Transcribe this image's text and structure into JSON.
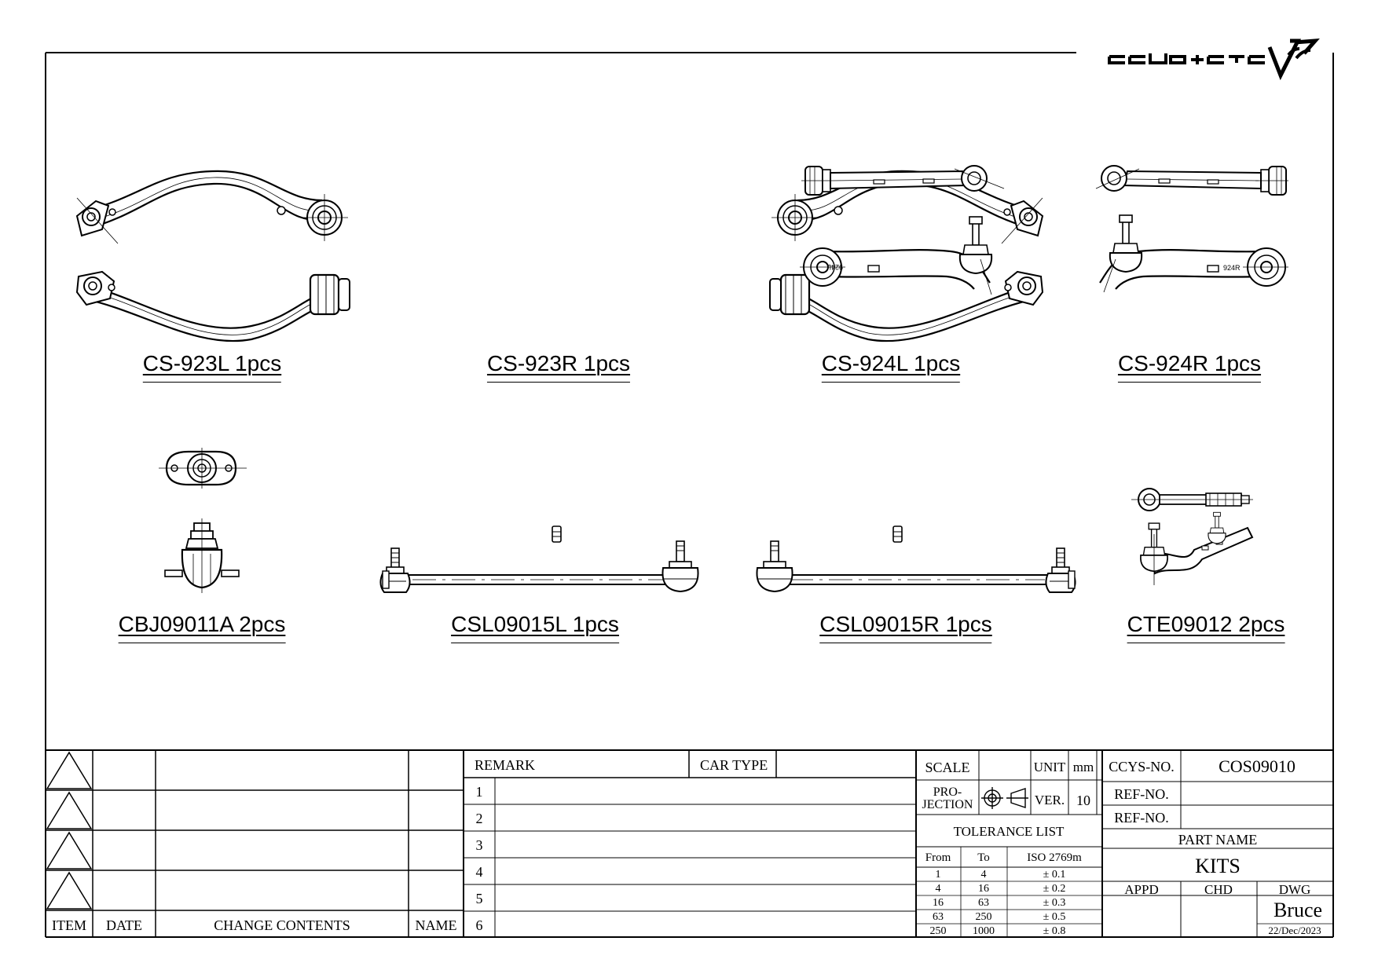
{
  "brand": {
    "logo_text": "CCYS+CTC"
  },
  "parts": [
    {
      "id": "CS-923L",
      "label": "CS-923L 1pcs"
    },
    {
      "id": "CS-923R",
      "label": "CS-923R 1pcs"
    },
    {
      "id": "CS-924L",
      "label": "CS-924L 1pcs"
    },
    {
      "id": "CS-924R",
      "label": "CS-924R 1pcs"
    },
    {
      "id": "CBJ09011A",
      "label": "CBJ09011A 2pcs"
    },
    {
      "id": "CSL09015L",
      "label": "CSL09015L 1pcs"
    },
    {
      "id": "CSL09015R",
      "label": "CSL09015R 1pcs"
    },
    {
      "id": "CTE09012",
      "label": "CTE09012 2pcs"
    }
  ],
  "part_stamps": {
    "cs924l": "924L",
    "cs924r": "924R"
  },
  "revision_table": {
    "headers": {
      "item": "ITEM",
      "date": "DATE",
      "change": "CHANGE CONTENTS",
      "name": "NAME"
    }
  },
  "remark_table": {
    "remark_label": "REMARK",
    "car_type_label": "CAR TYPE",
    "car_type_value": "",
    "rows": [
      "1",
      "2",
      "3",
      "4",
      "5",
      "6"
    ]
  },
  "title_block": {
    "scale_label": "SCALE",
    "scale_value": "",
    "unit_label": "UNIT",
    "unit_value": "mm",
    "projection_label_1": "PRO-",
    "projection_label_2": "JECTION",
    "ver_label": "VER.",
    "ver_value": "10",
    "tolerance_title": "TOLERANCE LIST",
    "tolerance_headers": {
      "from": "From",
      "to": "To",
      "std": "ISO 2769m"
    },
    "tolerance_rows": [
      {
        "from": "1",
        "to": "4",
        "tol": "± 0.1"
      },
      {
        "from": "4",
        "to": "16",
        "tol": "± 0.2"
      },
      {
        "from": "16",
        "to": "63",
        "tol": "± 0.3"
      },
      {
        "from": "63",
        "to": "250",
        "tol": "± 0.5"
      },
      {
        "from": "250",
        "to": "1000",
        "tol": "± 0.8"
      }
    ],
    "ccys_no_label": "CCYS-NO.",
    "ccys_no_value": "COS09010",
    "ref_no_label_1": "REF-NO.",
    "ref_no_label_2": "REF-NO.",
    "part_name_label": "PART NAME",
    "part_name_value": "KITS",
    "appd_label": "APPD",
    "chd_label": "CHD",
    "dwg_label": "DWG",
    "dwg_value": "Bruce",
    "date_value": "22/Dec/2023"
  }
}
